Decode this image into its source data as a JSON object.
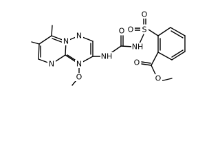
{
  "molecule": {
    "atom_labels": {
      "n1": "N",
      "n2": "N",
      "n3": "N",
      "n4": "N",
      "nh_urea": "NH",
      "o_urea": "O",
      "nh_sulfonyl": "NH",
      "s": "S",
      "o_s1": "O",
      "o_s2": "O",
      "o_methoxy": "O",
      "o_ester_carbonyl": "O",
      "o_ester": "O"
    }
  }
}
